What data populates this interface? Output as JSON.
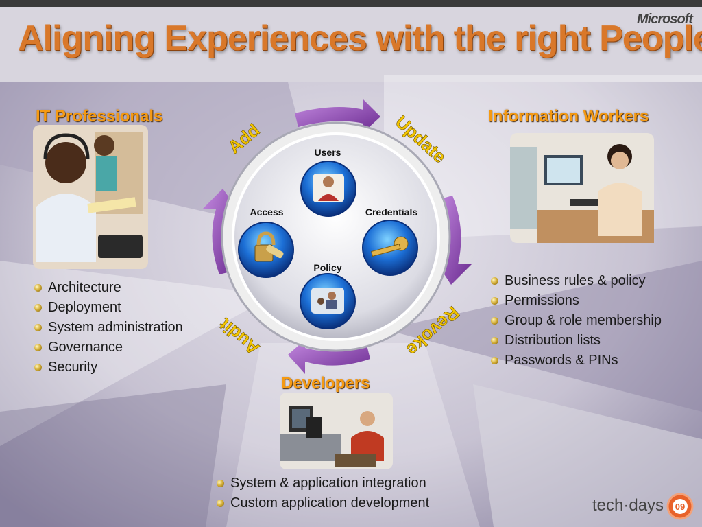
{
  "slide": {
    "title": "Aligning Experiences with the right People",
    "brand": "Microsoft",
    "footer": {
      "event_text": "tech·days",
      "badge": "09"
    }
  },
  "cycle": {
    "actions": [
      "Add",
      "Update",
      "Revoke",
      "Audit"
    ],
    "items": {
      "users": "Users",
      "access": "Access",
      "credentials": "Credentials",
      "policy": "Policy"
    }
  },
  "roles": {
    "it_pros": {
      "heading": "IT Professionals",
      "bullets": [
        "Architecture",
        "Deployment",
        "System administration",
        "Governance",
        "Security"
      ]
    },
    "info_workers": {
      "heading": "Information Workers",
      "bullets": [
        "Business rules & policy",
        "Permissions",
        "Group & role membership",
        "Distribution lists",
        "Passwords & PINs"
      ]
    },
    "developers": {
      "heading": "Developers",
      "bullets": [
        "System & application integration",
        "Custom application development"
      ]
    }
  },
  "colors": {
    "accent_orange": "#f59a13",
    "title_orange": "#d9782a",
    "arrow_purple": "#8a3fb0",
    "orb_blue": "#1c6fd6"
  }
}
